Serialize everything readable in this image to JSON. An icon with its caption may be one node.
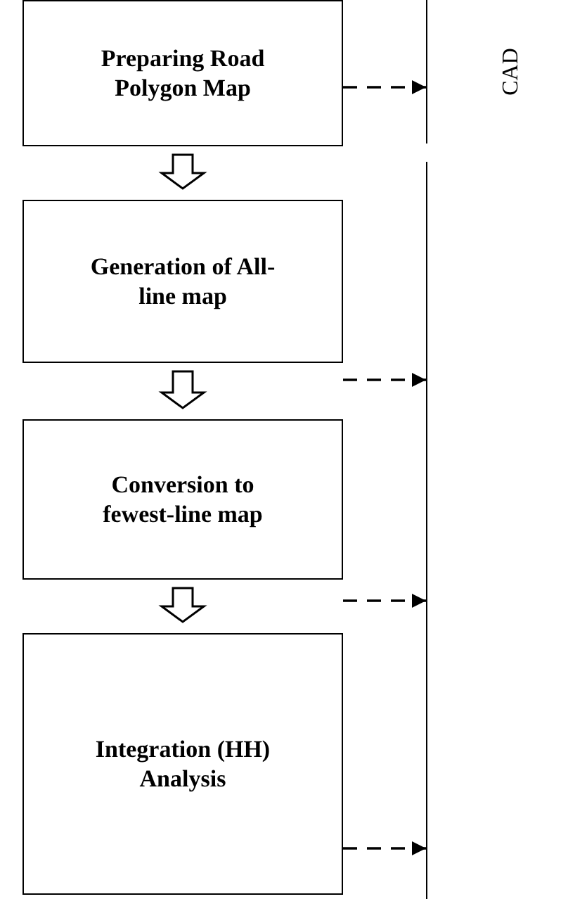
{
  "diagram": {
    "nodes": [
      {
        "text": [
          "Preparing Road Polygon Map"
        ]
      },
      {
        "text": [
          "Generation of All-line map"
        ]
      },
      {
        "text": [
          "Conversion to fewest-line map"
        ]
      },
      {
        "text": [
          "Integration (HH) Analysis"
        ]
      },
      {
        "text": [
          "CAD"
        ]
      },
      {
        "text": [],
        "shape": "bar"
      }
    ],
    "edges": [
      {
        "from": 0,
        "to": 1,
        "arrow": "to"
      },
      {
        "from": 1,
        "to": 2,
        "arrow": "to"
      },
      {
        "from": 2,
        "to": 3,
        "arrow": "to"
      },
      {
        "from": 0,
        "to": 4,
        "arrow": "to",
        "style": "dashed"
      },
      {
        "from": 1,
        "to": 5,
        "arrow": "to",
        "style": "dashed"
      },
      {
        "from": 2,
        "to": 5,
        "arrow": "to",
        "style": "dashed"
      },
      {
        "from": 3,
        "to": 5,
        "arrow": "to",
        "style": "dashed"
      }
    ]
  }
}
